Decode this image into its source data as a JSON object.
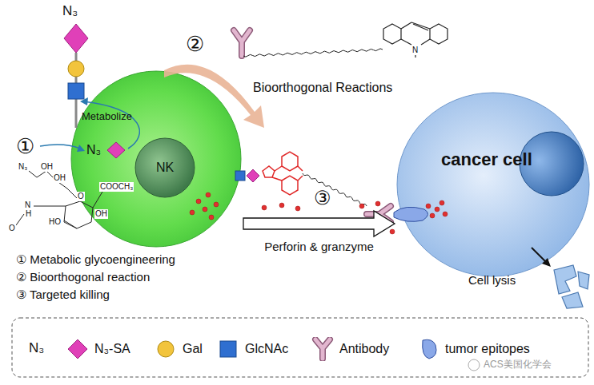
{
  "diagram": {
    "nodes": [
      {
        "text": [
          "Metabolize"
        ]
      },
      {
        "text": [
          "NK"
        ],
        "in": 0
      },
      {
        "text": [
          "cancer cell"
        ]
      }
    ],
    "edges": [
      {
        "from": 0,
        "to": 2,
        "arrow": "to",
        "label": "Perforin & granzyme"
      }
    ],
    "labels": [
      "N₃",
      "②",
      "Bioorthogonal Reactions",
      "①",
      "N₃",
      "③",
      "N",
      "N₃",
      "OH",
      "OH",
      "COOCH₃",
      "O",
      "OH",
      "HO",
      "N",
      "H",
      "O",
      "Cell lysis",
      "① Metabolic glycoengineering",
      "② Bioorthogonal reaction",
      "③ Targeted killing",
      "N₃",
      "ACS美国化学会"
    ],
    "legend": [
      {
        "text": "N₃-SA",
        "color": "#e040b8"
      },
      {
        "text": "Gal",
        "color": "#f2c43c"
      },
      {
        "text": "GlcNAc",
        "color": "#2f6fd0"
      },
      {
        "text": "Antibody"
      },
      {
        "text": "tumor epitopes"
      }
    ]
  }
}
